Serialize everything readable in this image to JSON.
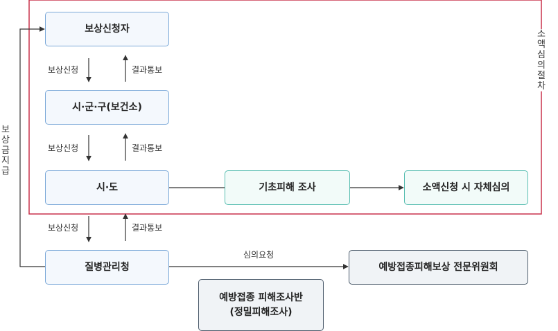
{
  "nodes": {
    "applicant": "보상신청자",
    "si_gun_gu": "시·군·구(보건소)",
    "si_do": "시·도",
    "kdca": "질병관리청",
    "basic_investigation": "기초피해 조사",
    "small_claim_review": "소액신청 시 자체심의",
    "expert_committee": "예방접종피해보상 전문위원회",
    "investigation_team_line1": "예방접종 피해조사반",
    "investigation_team_line2": "(정밀피해조사)"
  },
  "labels": {
    "apply_1": "보상신청",
    "result_1": "결과통보",
    "apply_2": "보상신청",
    "result_2": "결과통보",
    "apply_3": "보상신청",
    "result_3": "결과통보",
    "review_request": "심의요청",
    "compensation_payment": "보상금지급",
    "small_claim_procedure": "소액심의절차"
  },
  "colors": {
    "frame": "#c8304a",
    "blue_border": "#7aa8d8",
    "teal_border": "#56bdb0",
    "slate_border": "#4b5a6a",
    "line": "#333333"
  }
}
